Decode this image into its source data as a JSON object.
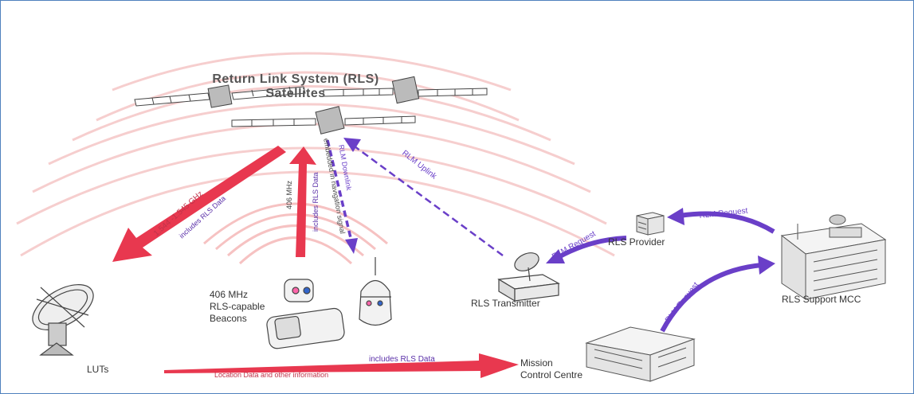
{
  "title": {
    "line1": "Return Link System (RLS)",
    "line2": "Satellites"
  },
  "labels": {
    "freq_l_band": "1.544 -1.545 GHz",
    "includes_rls_data_a": "includes RLS Data",
    "freq_406": "406 MHz",
    "includes_rls_data_b": "includes RLS Data",
    "rlm_downlink": "RLM Downlink",
    "embedded_nav": "embedded in navigation signal",
    "rlm_uplink": "RLM Uplink",
    "rlm_request_1": "RLM Request",
    "rlm_request_2": "RLM Request",
    "rlm_request_3": "RLM Request",
    "rls_provider": "RLS Provider",
    "rls_transmitter": "RLS Transmitter",
    "rls_support_mcc": "RLS Support MCC",
    "beacons_line1": "406 MHz",
    "beacons_line2": "RLS-capable",
    "beacons_line3": "Beacons",
    "luts": "LUTs",
    "mcc_line1": "Mission",
    "mcc_line2": "Control Centre",
    "includes_rls_data_c": "includes RLS Data",
    "location_data": "Location Data and other information"
  },
  "colors": {
    "frame_border": "#4f81bd",
    "red_arrow": "#e8384f",
    "purple_arrow": "#6a3fc8",
    "wave": "#f7c6c6"
  }
}
